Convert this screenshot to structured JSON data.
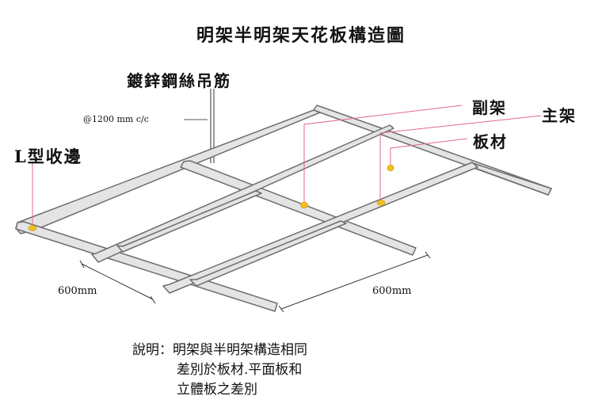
{
  "title": "明架半明架天花板構造圖",
  "labels": {
    "hanger": "鍍鋅鋼絲吊筋",
    "spacing": "@1200 mm  c/c",
    "edge": "L型收邊",
    "sub_frame": "副架",
    "main_frame": "主架",
    "board": "板材",
    "dim_left": "600mm",
    "dim_right": "600mm"
  },
  "notes": [
    "說明：明架與半明架構造相同",
    "差別於板材.平面板和",
    "立體板之差別"
  ],
  "colors": {
    "frame_fill": "#e4e4e4",
    "frame_stroke": "#6e6e6e",
    "leader": "#e06a8a",
    "marker": "#f0c020",
    "text": "#111111"
  }
}
